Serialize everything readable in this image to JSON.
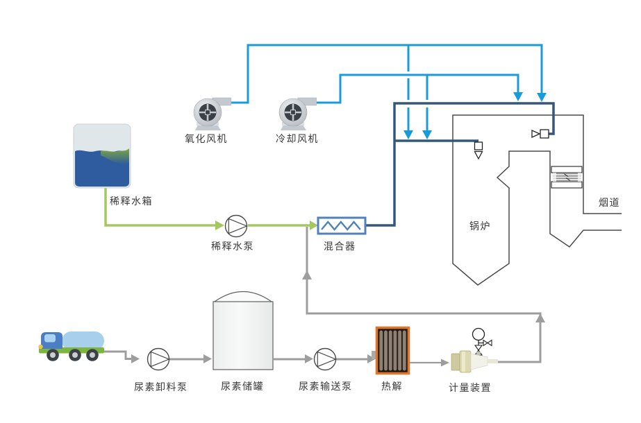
{
  "labels": {
    "oxidation_fan": "氧化风机",
    "cooling_fan": "冷却风机",
    "dilution_tank": "稀释水箱",
    "dilution_pump": "稀释水泵",
    "mixer": "混合器",
    "boiler": "锅炉",
    "flue_duct": "烟道",
    "urea_unloading_pump": "尿素卸料泵",
    "urea_storage_tank": "尿素储罐",
    "urea_transfer_pump": "尿素输送泵",
    "pyrolysis": "热解",
    "metering_device": "计量装置"
  },
  "colors": {
    "air_line": "#189CD9",
    "mixed_flow_line": "#35567D",
    "water_line": "#A5C75F",
    "urea_line": "#9D9D9D",
    "equipment_outline": "#4A4A4A",
    "pyrolysis_frame": "#E0752D",
    "mixer_border": "#4F81BD",
    "label_text": "#3A3A3A"
  }
}
